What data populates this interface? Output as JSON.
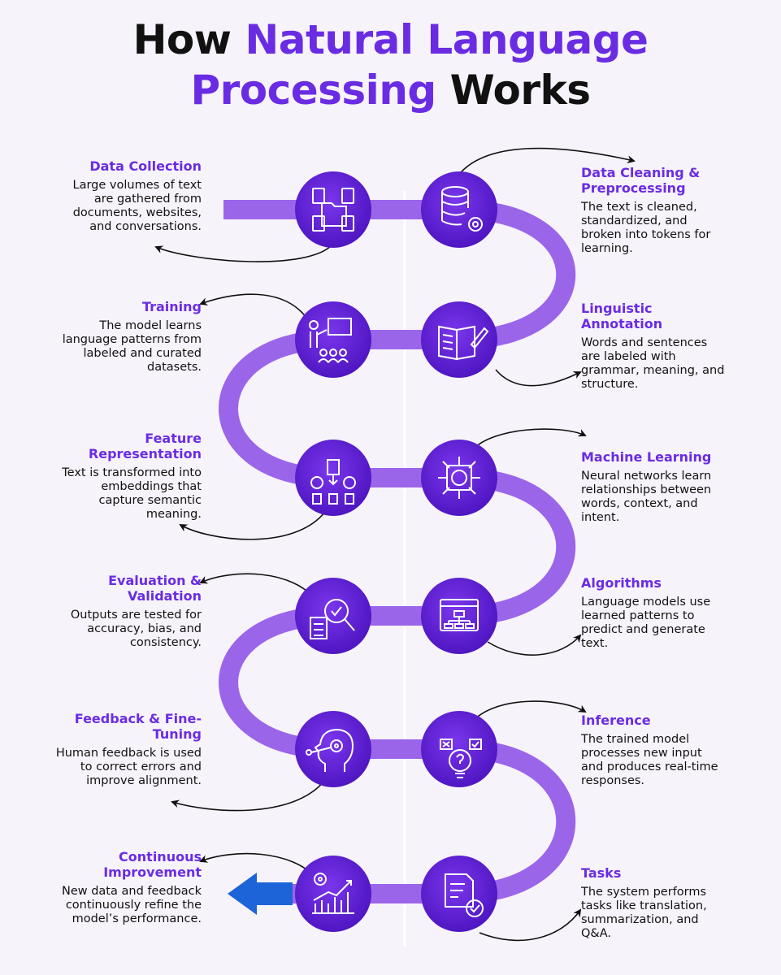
{
  "title": {
    "part1": "How ",
    "part2": "Natural Language",
    "part3": "Processing",
    "part4": " Works"
  },
  "colors": {
    "accent": "#6a2ce3",
    "path": "#9b65ea",
    "node": "#6422d8",
    "arrow_blue": "#1c64d8"
  },
  "steps": [
    {
      "id": "data-collection",
      "title": "Data Collection",
      "desc": "Large volumes of text are gathered from documents, websites, and conversations.",
      "icon": "folder-documents-icon"
    },
    {
      "id": "data-cleaning",
      "title": "Data Cleaning & Preprocessing",
      "desc": "The text is cleaned, standardized, and broken into tokens for learning.",
      "icon": "database-gear-icon"
    },
    {
      "id": "linguistic-annotation",
      "title": "Linguistic Annotation",
      "desc": "Words and sentences are labeled with grammar, meaning, and structure.",
      "icon": "book-pencil-icon"
    },
    {
      "id": "training",
      "title": "Training",
      "desc": "The model learns language patterns from labeled and curated datasets.",
      "icon": "teacher-audience-icon"
    },
    {
      "id": "feature-representation",
      "title": "Feature Representation",
      "desc": "Text is transformed into embeddings that capture semantic meaning.",
      "icon": "gears-documents-icon"
    },
    {
      "id": "machine-learning",
      "title": "Machine Learning",
      "desc": "Neural networks learn relationships between words, context, and intent.",
      "icon": "brain-chip-icon"
    },
    {
      "id": "algorithms",
      "title": "Algorithms",
      "desc": "Language models use learned patterns to predict and generate text.",
      "icon": "flowchart-window-icon"
    },
    {
      "id": "evaluation",
      "title": "Evaluation & Validation",
      "desc": "Outputs are tested for accuracy, bias, and consistency.",
      "icon": "magnifier-checklist-icon"
    },
    {
      "id": "feedback",
      "title": "Feedback & Fine-Tuning",
      "desc": "Human feedback is used to correct errors and improve alignment.",
      "icon": "head-gear-icon"
    },
    {
      "id": "inference",
      "title": "Inference",
      "desc": "The trained model processes new input and produces real-time responses.",
      "icon": "lightbulb-question-icon"
    },
    {
      "id": "tasks",
      "title": "Tasks",
      "desc": "The system performs tasks like translation, summarization, and Q&A.",
      "icon": "document-check-icon"
    },
    {
      "id": "continuous-improvement",
      "title": "Continuous Improvement",
      "desc": "New data and feedback continuously refine the model’s performance.",
      "icon": "growth-chart-gear-icon"
    }
  ]
}
